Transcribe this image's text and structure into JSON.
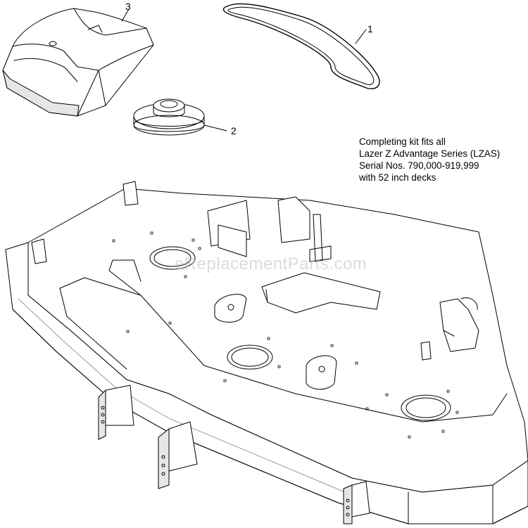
{
  "callouts": [
    {
      "id": "1",
      "label": "1",
      "part": "belt"
    },
    {
      "id": "2",
      "label": "2",
      "part": "idler-pulley"
    },
    {
      "id": "3",
      "label": "3",
      "part": "belt-cover"
    }
  ],
  "note": {
    "lines": [
      "Completing kit fits all",
      "Lazer Z Advantage Series (LZAS)",
      "Serial Nos. 790,000-919,999",
      "with 52 inch decks"
    ]
  },
  "watermark": "eReplacementParts.com",
  "colors": {
    "line": "#000000",
    "fill": "#ffffff",
    "shade": "#e6e6e6",
    "watermark": "#bebebe"
  }
}
